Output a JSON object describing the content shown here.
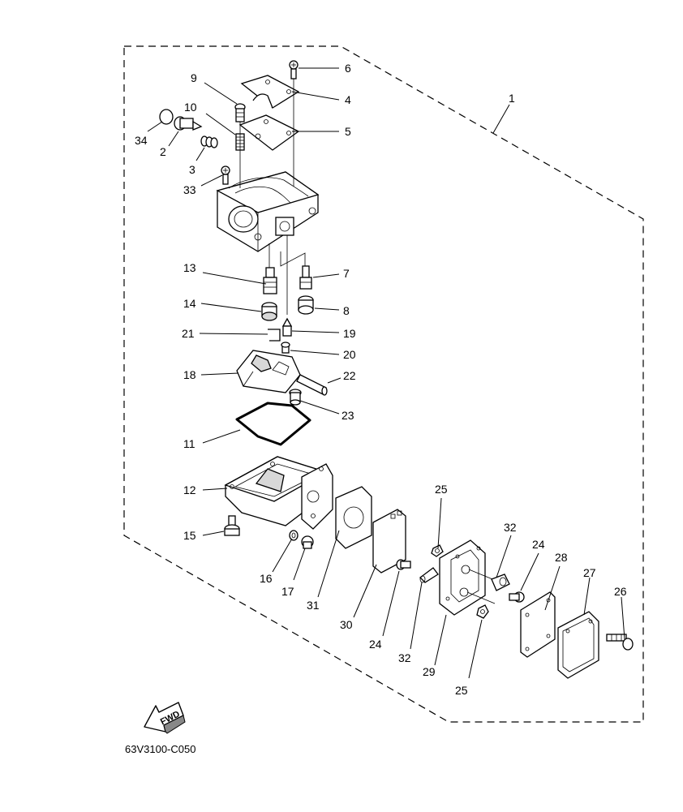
{
  "diagram": {
    "catalog_code": "63V3100-C050",
    "fwd_label": "FWD",
    "callouts": [
      {
        "id": "c1",
        "text": "1"
      },
      {
        "id": "c2",
        "text": "2"
      },
      {
        "id": "c3",
        "text": "3"
      },
      {
        "id": "c4",
        "text": "4"
      },
      {
        "id": "c5",
        "text": "5"
      },
      {
        "id": "c6",
        "text": "6"
      },
      {
        "id": "c7",
        "text": "7"
      },
      {
        "id": "c8",
        "text": "8"
      },
      {
        "id": "c9",
        "text": "9"
      },
      {
        "id": "c10",
        "text": "10"
      },
      {
        "id": "c11",
        "text": "11"
      },
      {
        "id": "c12",
        "text": "12"
      },
      {
        "id": "c13",
        "text": "13"
      },
      {
        "id": "c14",
        "text": "14"
      },
      {
        "id": "c15",
        "text": "15"
      },
      {
        "id": "c16",
        "text": "16"
      },
      {
        "id": "c17",
        "text": "17"
      },
      {
        "id": "c18",
        "text": "18"
      },
      {
        "id": "c19",
        "text": "19"
      },
      {
        "id": "c20",
        "text": "20"
      },
      {
        "id": "c21",
        "text": "21"
      },
      {
        "id": "c22",
        "text": "22"
      },
      {
        "id": "c23",
        "text": "23"
      },
      {
        "id": "c24a",
        "text": "24"
      },
      {
        "id": "c24b",
        "text": "24"
      },
      {
        "id": "c25a",
        "text": "25"
      },
      {
        "id": "c25b",
        "text": "25"
      },
      {
        "id": "c26",
        "text": "26"
      },
      {
        "id": "c27",
        "text": "27"
      },
      {
        "id": "c28",
        "text": "28"
      },
      {
        "id": "c29",
        "text": "29"
      },
      {
        "id": "c30",
        "text": "30"
      },
      {
        "id": "c31",
        "text": "31"
      },
      {
        "id": "c32a",
        "text": "32"
      },
      {
        "id": "c32b",
        "text": "32"
      },
      {
        "id": "c33",
        "text": "33"
      },
      {
        "id": "c34",
        "text": "34"
      }
    ]
  }
}
